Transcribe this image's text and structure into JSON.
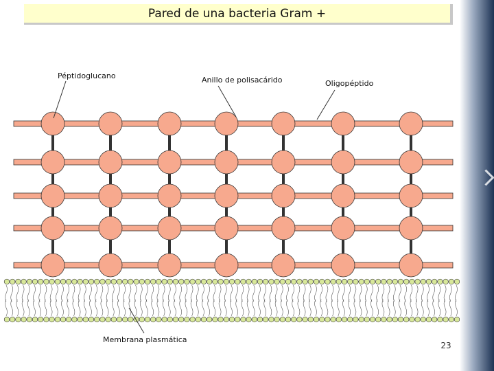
{
  "slide": {
    "title": "Pared de una bacteria Gram +",
    "page_number": "23"
  },
  "diagram": {
    "labels": {
      "peptidoglycan": "Péptidoglucano",
      "polysaccharide_ring": "Anillo de polisacárido",
      "oligopeptide": "Oligopéptido",
      "plasma_membrane": "Membrana plasmática"
    },
    "grid": {
      "rows": 5,
      "columns": 7
    },
    "colors": {
      "circle_fill": "#f7a98e",
      "circle_stroke": "#333333",
      "bar_fill": "#f7a98e",
      "connector": "#333333",
      "lipid_head": "#d8e89a",
      "lipid_tail": "#555555",
      "title_bg": "#ffffcc",
      "band_dark": "#1d3354"
    }
  }
}
